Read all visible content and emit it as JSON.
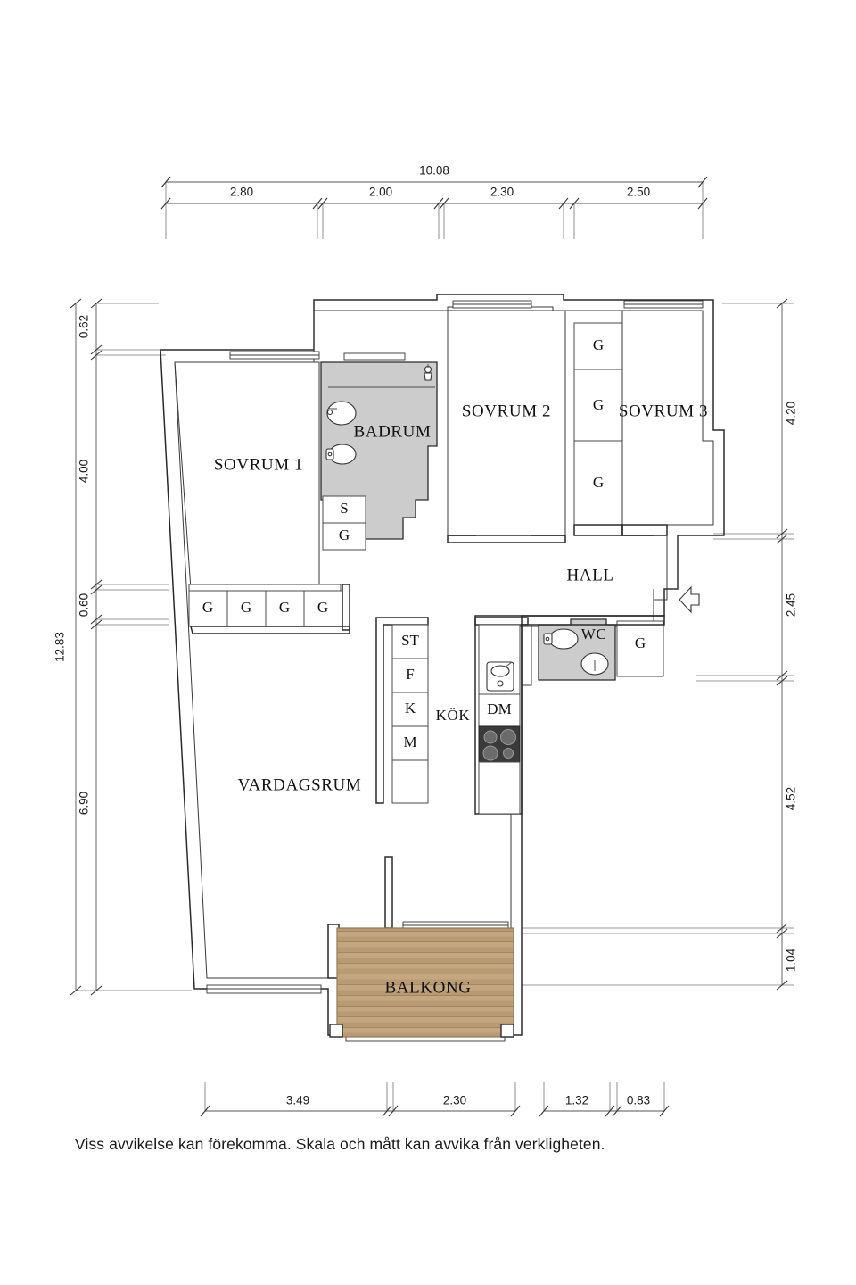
{
  "document": {
    "type": "apartment-floor-plan",
    "caption": "Viss avvikelse kan förekomma. Skala och mått kan avvika från verkligheten."
  },
  "colors": {
    "wall": "#2b2b2b",
    "wet_room_fill": "#cccccc",
    "balcony_deck": "#b89b72",
    "balcony_deck_light": "#c8ac86",
    "stove_fill": "#3a3a3a",
    "background": "#ffffff",
    "dimension_line": "#555555"
  },
  "rooms": [
    {
      "id": "sovrum1",
      "label": "SOVRUM 1"
    },
    {
      "id": "badrum",
      "label": "BADRUM"
    },
    {
      "id": "sovrum2",
      "label": "SOVRUM 2"
    },
    {
      "id": "sovrum3",
      "label": "SOVRUM 3"
    },
    {
      "id": "hall",
      "label": "HALL"
    },
    {
      "id": "wc",
      "label": "WC"
    },
    {
      "id": "kok",
      "label": "KÖK"
    },
    {
      "id": "vardagsrum",
      "label": "VARDAGSRUM"
    },
    {
      "id": "balkong",
      "label": "BALKONG"
    }
  ],
  "storage": {
    "wardrobe_row_vardagsrum": [
      "G",
      "G",
      "G",
      "G"
    ],
    "wardrobe_column_sovrum": [
      "G",
      "G",
      "G"
    ],
    "badrum_closets": [
      "S",
      "G"
    ],
    "hall_wardrobe": "G",
    "kitchen_column": [
      "ST",
      "F",
      "K",
      "M"
    ],
    "kitchen_appliance": "DM"
  },
  "dimensions": {
    "top": {
      "total": "10.08",
      "segments": [
        "2.80",
        "2.00",
        "2.30",
        "2.50"
      ]
    },
    "left": {
      "total": "12.83",
      "segments": [
        "0.62",
        "4.00",
        "0.60",
        "6.90"
      ]
    },
    "right": {
      "segments": [
        "4.20",
        "2.45",
        "4.52",
        "1.04"
      ]
    },
    "bottom": {
      "segments": [
        "3.49",
        "2.30",
        "1.32",
        "0.83"
      ]
    }
  }
}
